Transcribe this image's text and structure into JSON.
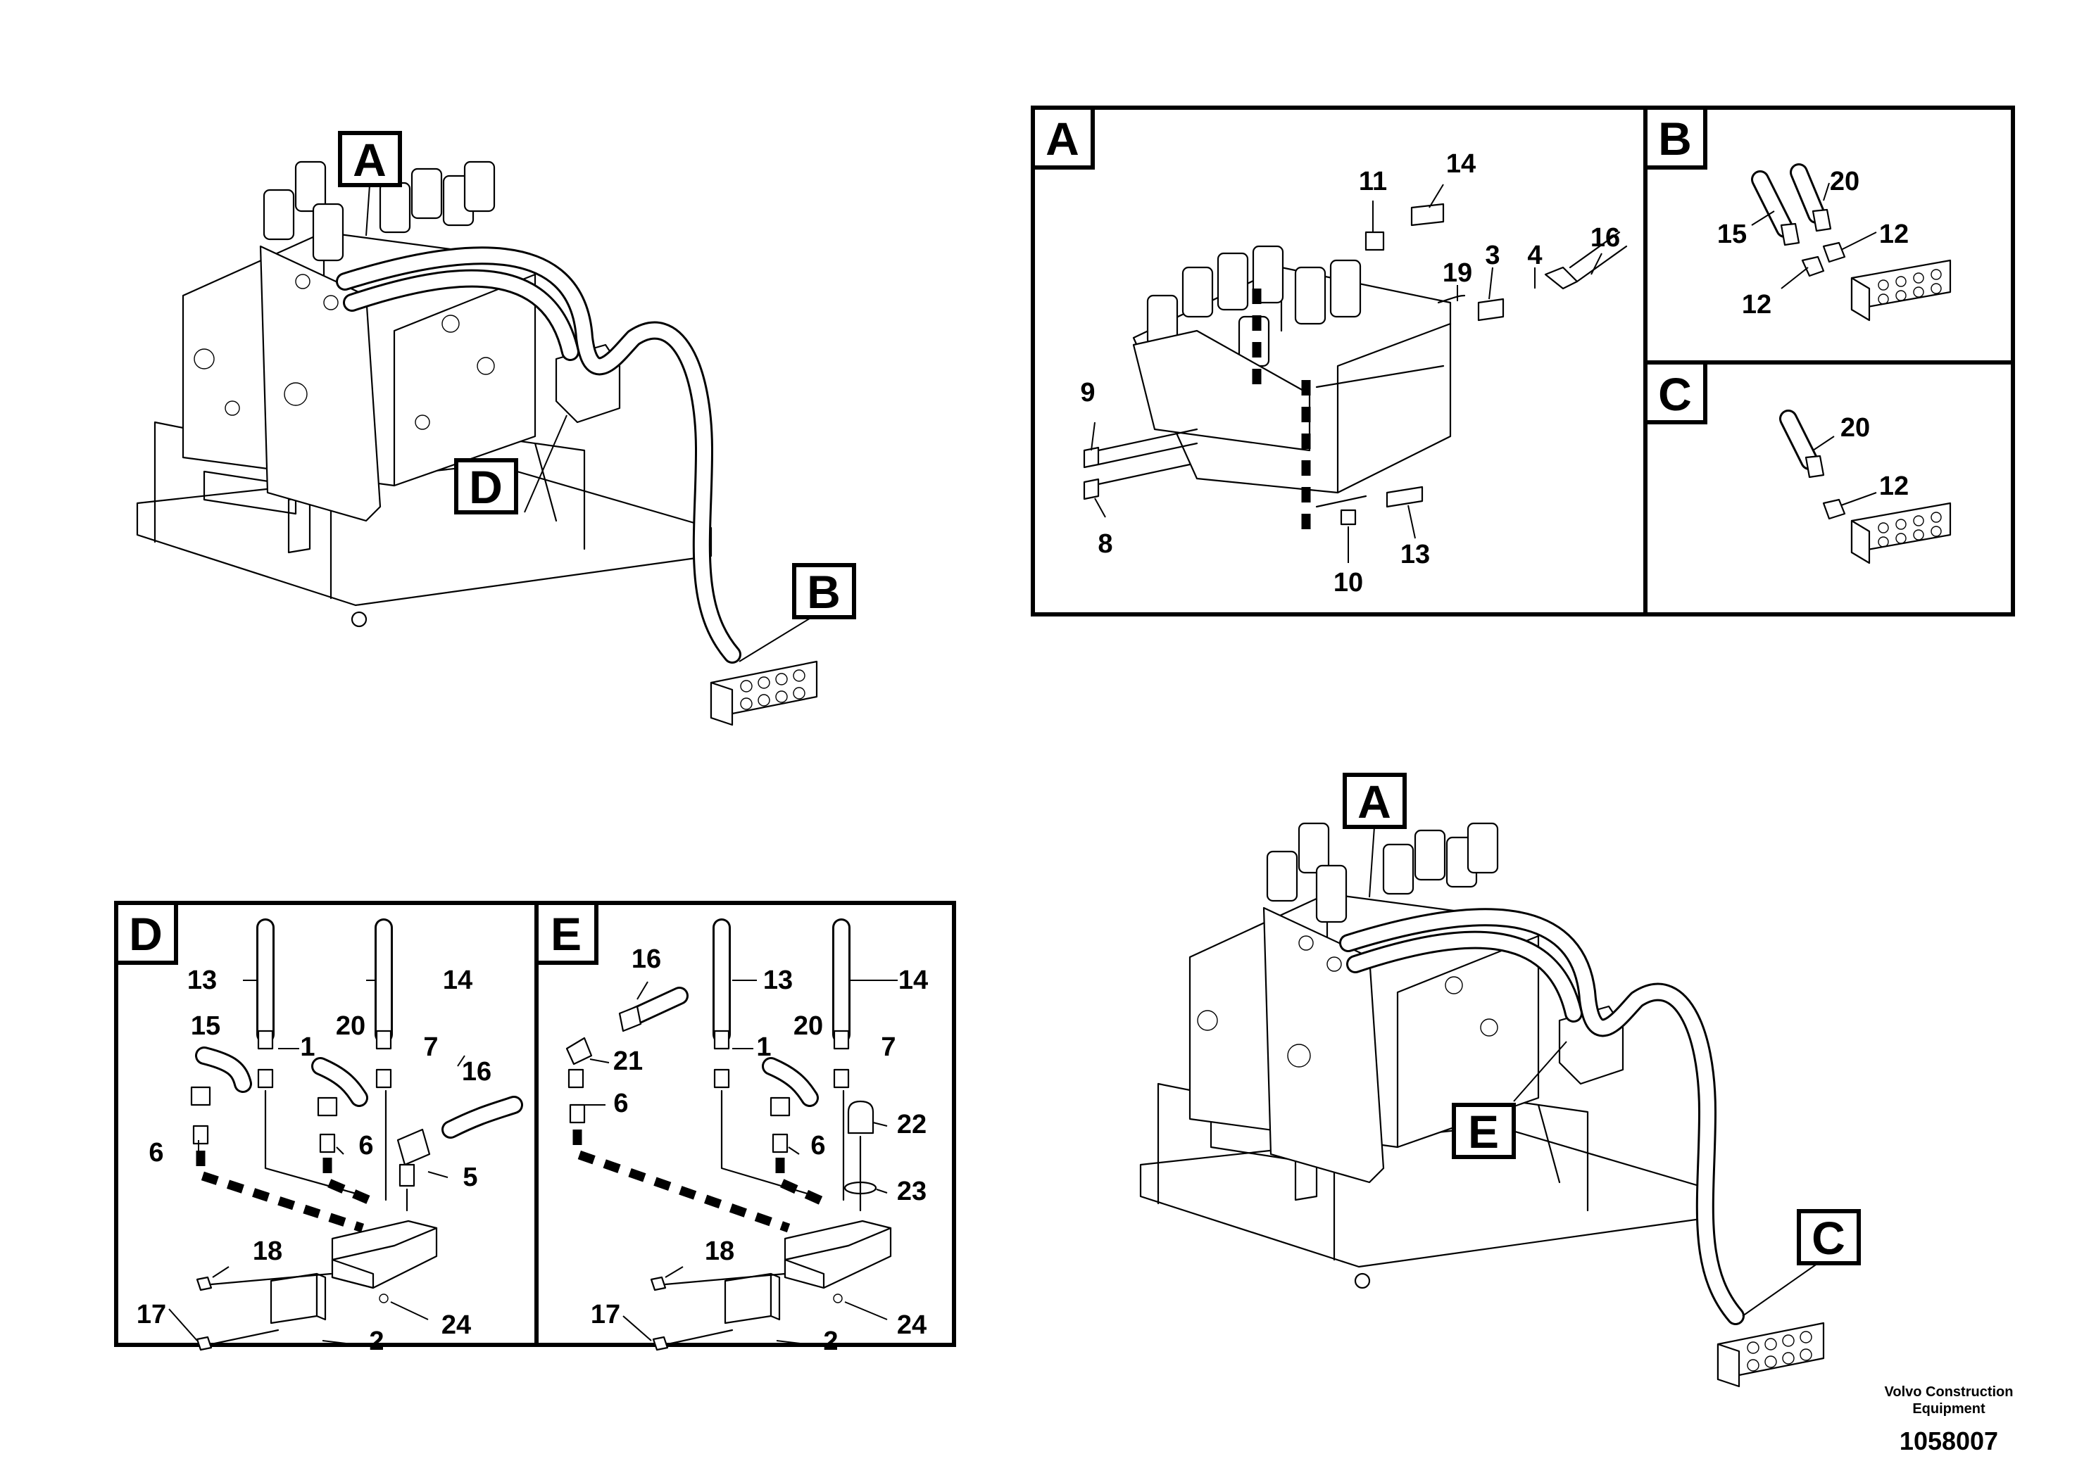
{
  "callouts": {
    "overview1": {
      "A": "A",
      "B": "B",
      "D": "D"
    },
    "overview2": {
      "A": "A",
      "C": "C",
      "E": "E"
    }
  },
  "panels": {
    "A": {
      "title": "A",
      "parts": [
        "11",
        "14",
        "19",
        "3",
        "4",
        "16",
        "9",
        "8",
        "10",
        "13"
      ]
    },
    "B": {
      "title": "B",
      "parts": [
        "20",
        "15",
        "12",
        "12"
      ]
    },
    "C": {
      "title": "C",
      "parts": [
        "20",
        "12"
      ]
    },
    "D": {
      "title": "D",
      "parts": [
        "13",
        "14",
        "15",
        "1",
        "20",
        "7",
        "16",
        "6",
        "6",
        "5",
        "18",
        "17",
        "24",
        "2"
      ]
    },
    "E": {
      "title": "E",
      "parts": [
        "16",
        "13",
        "14",
        "21",
        "1",
        "20",
        "7",
        "6",
        "6",
        "22",
        "23",
        "18",
        "17",
        "24",
        "2"
      ]
    }
  },
  "footer": {
    "company_line1": "Volvo Construction",
    "company_line2": "Equipment",
    "figure_number": "1058007"
  }
}
